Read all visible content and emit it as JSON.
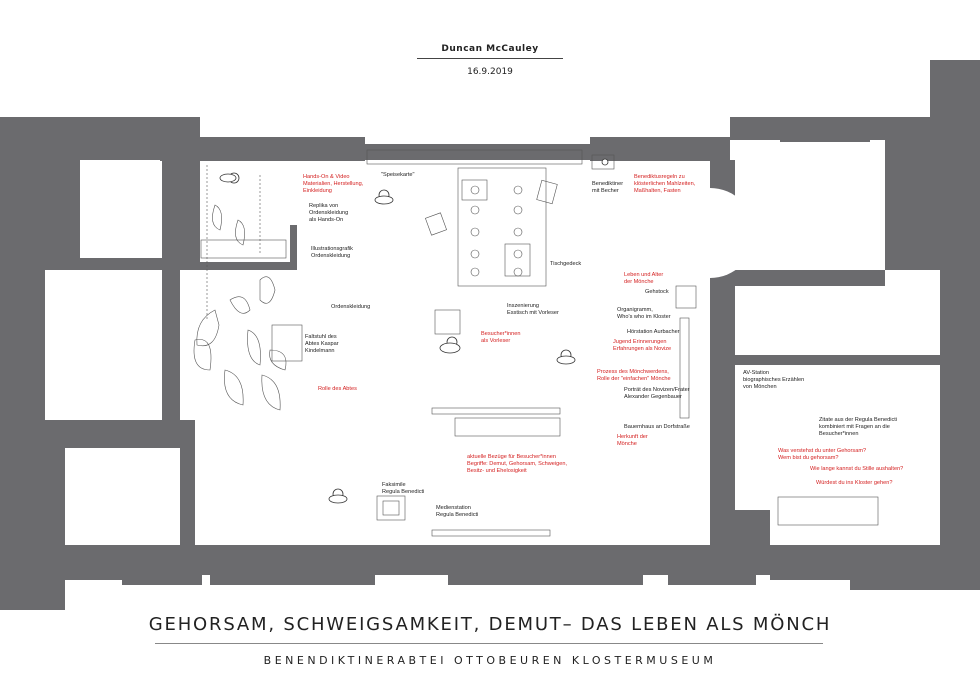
{
  "header": {
    "name": "Duncan McCauley",
    "date": "16.9.2019"
  },
  "title": "GEHORSAM, SCHWEIGSAMKEIT, DEMUT– DAS LEBEN ALS MÖNCH",
  "subtitle": "BENENDIKTINERABTEI OTTOBEUREN KLOSTERMUSEUM",
  "colors": {
    "walls": "#6b6b6e",
    "accent": "#d42020",
    "text": "#222222",
    "lines": "#555555"
  },
  "labels": {
    "hands_on": "Hands-On & Video\nMaterialien, Herstellung,\nEinkleidung",
    "speisekarte": "\"Speisekarte\"",
    "benediktiner_becher": "Benediktiner\nmit Becher",
    "benediktusregeln": "Benediktusregeln zu\nklösterlichen Mahlzeiten,\nMaßhalten, Fasten",
    "replika": "Replika von\nOrdenskleidung\nals Hands-On",
    "illustrationsgrafik": "Illustrationsgrafik\nOrdenskleidung",
    "tischgedeck": "Tischgedeck",
    "leben_alter": "Leben und Alter\nder Mönche",
    "gehstock": "Gehstock",
    "ordenskleidung": "Ordenskleidung",
    "inszenierung": "Inszenierung\nEsstisch mit Vorleser",
    "organigramm": "Organigramm,\nWho's who im Kloster",
    "faltstuhl": "Faltstuhl des\nAbtes Kaspar\nKindelmann",
    "besucher_vorleser": "Besucher*innen\nals Vorleser",
    "hoerstation": "Hörstation Aurbacher",
    "jugend": "Jugend Erinnerungen\nErfahrungen als Novize",
    "prozess": "Prozess des Mönchwerdens,\nRolle der \"einfachen\" Mönche",
    "rolle_abtes": "Rolle des Abtes",
    "portraet": "Porträt des Novizen/Frater\nAlexander Gegenbauer",
    "av_station": "AV-Station\nbiographisches Erzählen\nvon Mönchen",
    "bauernhaus": "Bauernhaus an Dorfstraße",
    "herkunft": "Herkunft der\nMönche",
    "zitate": "Zitate aus der Regula Benedicti\nkombiniert mit Fragen an die\nBesucher*innen",
    "aktuelle_bezuege": "aktuelle Bezüge für Besucher*innen\nBegriffe: Demut, Gehorsam, Schweigen,\nBesitz- und Ehelosigkeit",
    "frage_gehorsam": "Was verstehst du unter Gehorsam?\nWem bist du gehorsam?",
    "frage_stille": "Wie lange kannst du Stille aushalten?",
    "frage_kloster": "Würdest du ins Kloster gehen?",
    "faksimile": "Faksimile\nRegula Benedicti",
    "medienstation": "Medienstation\nRegula Benedicti"
  }
}
